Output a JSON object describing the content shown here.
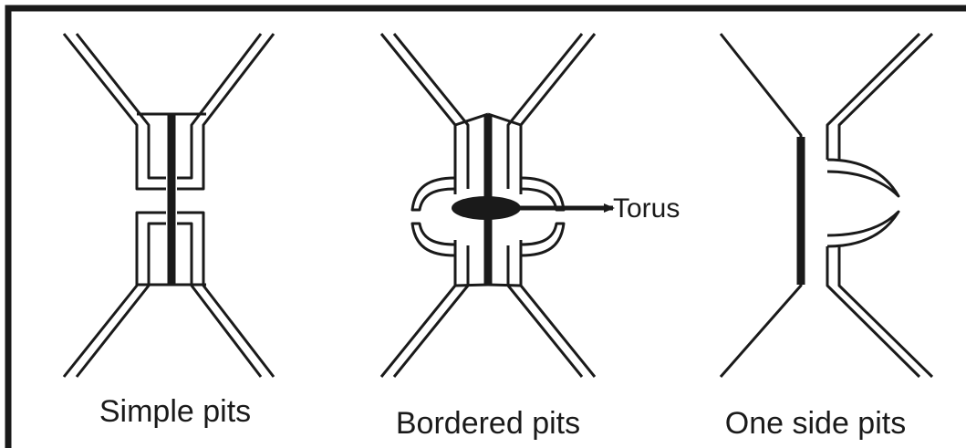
{
  "diagram": {
    "panels": [
      {
        "id": "simple",
        "label": "Simple pits"
      },
      {
        "id": "bordered",
        "label": "Bordered pits",
        "annotation": "Torus"
      },
      {
        "id": "one-side",
        "label": "One side pits"
      }
    ]
  },
  "colors": {
    "stroke": "#1a1a1a",
    "background": "#ffffff"
  }
}
